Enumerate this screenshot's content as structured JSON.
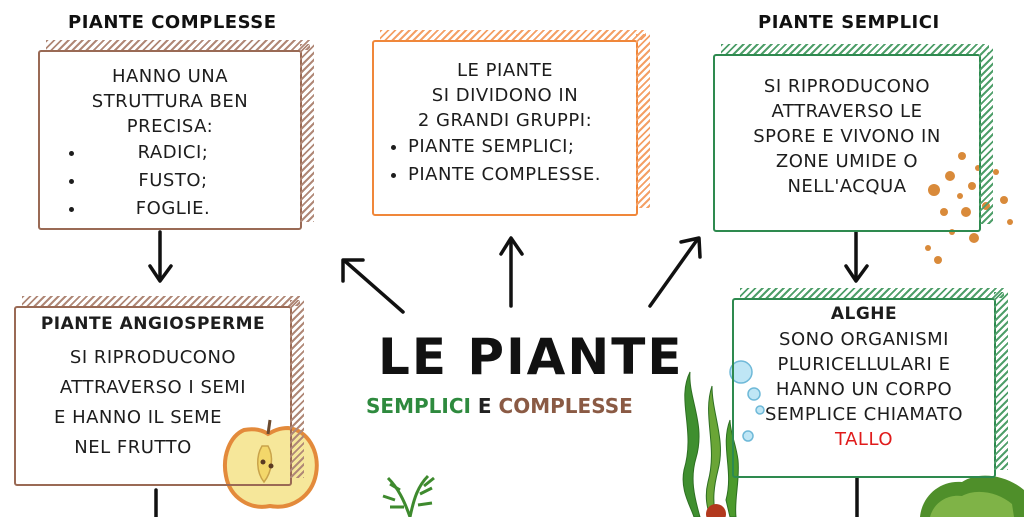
{
  "headings": {
    "complex": "PIANTE COMPLESSE",
    "simple": "PIANTE SEMPLICI"
  },
  "box_complex": {
    "intro": [
      "HANNO UNA",
      "STRUTTURA BEN",
      "PRECISA:"
    ],
    "items": [
      "RADICI;",
      "FUSTO;",
      "FOGLIE."
    ]
  },
  "box_center": {
    "intro": [
      "LE PIANTE",
      "SI DIVIDONO IN",
      "2 GRANDI GRUPPI:"
    ],
    "items": [
      "PIANTE SEMPLICI;",
      "PIANTE COMPLESSE."
    ]
  },
  "box_simple": {
    "lines": [
      "SI RIPRODUCONO",
      "ATTRAVERSO LE",
      "SPORE E VIVONO IN",
      "ZONE UMIDE O",
      "NELL'ACQUA"
    ]
  },
  "box_angio": {
    "title": "PIANTE ANGIOSPERME",
    "lines": [
      "SI RIPRODUCONO",
      "ATTRAVERSO I SEMI",
      "E HANNO IL SEME",
      "NEL FRUTTO"
    ]
  },
  "box_alghe": {
    "title": "ALGHE",
    "lines": [
      "SONO ORGANISMI",
      "PLURICELLULARI E",
      "HANNO UN CORPO",
      "SEMPLICE CHIAMATO"
    ],
    "highlight": "TALLO"
  },
  "center_title": {
    "main": "LE PIANTE",
    "word1": "SEMPLICI",
    "conj": "E",
    "word2": "COMPLESSE"
  },
  "colors": {
    "brown": "#9a6a55",
    "orange": "#f0873a",
    "green": "#2e8a4f",
    "accent_red": "#e01b1b"
  },
  "icons": [
    "apple-half-icon",
    "fern-icon",
    "seaweed-icon",
    "bubbles-icon",
    "moss-icon",
    "spores-icon"
  ]
}
